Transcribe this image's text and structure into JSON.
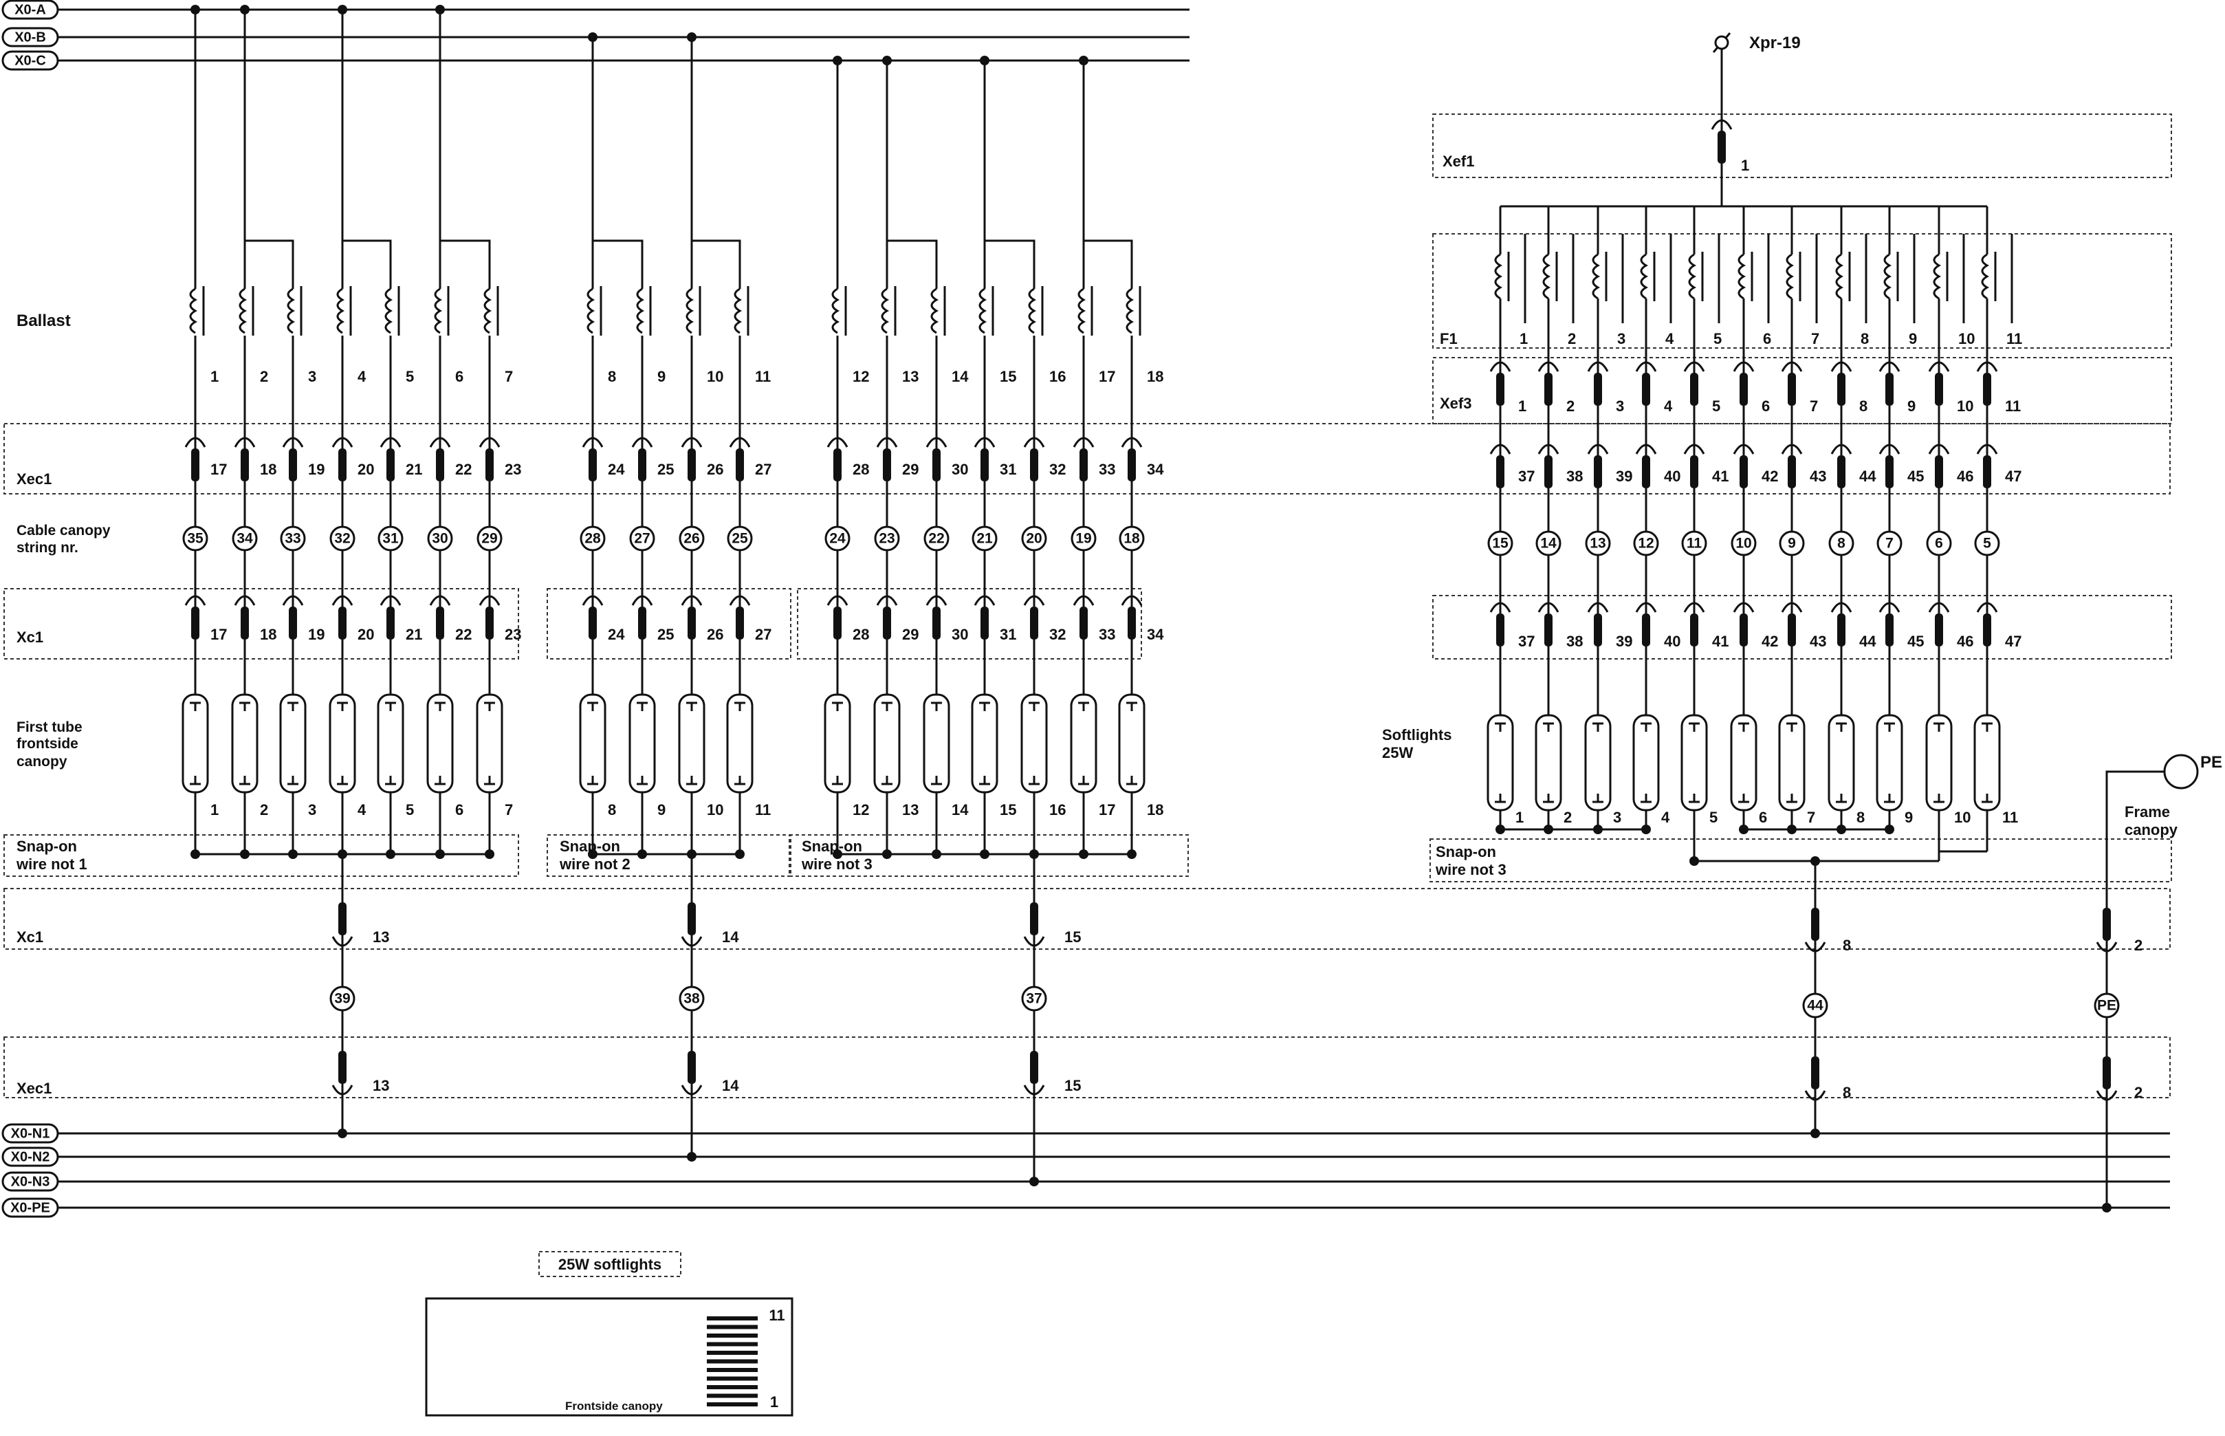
{
  "buses_top": [
    "X0-A",
    "X0-B",
    "X0-C"
  ],
  "buses_bottom": [
    "X0-N1",
    "X0-N2",
    "X0-N3",
    "X0-PE"
  ],
  "xpr_label": "Xpr-19",
  "labels": {
    "ballast": "Ballast",
    "xec1": "Xec1",
    "cable_canopy_1": "Cable canopy",
    "cable_canopy_2": "string nr.",
    "xc1": "Xc1",
    "first_tube_1": "First tube",
    "first_tube_2": "frontside",
    "first_tube_3": "canopy",
    "xef1": "Xef1",
    "f1": "F1",
    "xef3": "Xef3",
    "softlights_1": "Softlights",
    "softlights_2": "25W",
    "pe": "PE",
    "frame_1": "Frame",
    "frame_2": "canopy"
  },
  "left_cols": [
    {
      "n": "1",
      "t": "17",
      "s": "35",
      "phase": "A",
      "group": 1
    },
    {
      "n": "2",
      "t": "18",
      "s": "34",
      "phase": "A",
      "group": 1
    },
    {
      "n": "3",
      "t": "19",
      "s": "33",
      "phase": "A",
      "group": 1
    },
    {
      "n": "4",
      "t": "20",
      "s": "32",
      "phase": "A",
      "group": 1
    },
    {
      "n": "5",
      "t": "21",
      "s": "31",
      "phase": "A",
      "group": 1
    },
    {
      "n": "6",
      "t": "22",
      "s": "30",
      "phase": "A",
      "group": 1
    },
    {
      "n": "7",
      "t": "23",
      "s": "29",
      "phase": "A",
      "group": 1
    },
    {
      "n": "8",
      "t": "24",
      "s": "28",
      "phase": "B",
      "group": 2
    },
    {
      "n": "9",
      "t": "25",
      "s": "27",
      "phase": "B",
      "group": 2
    },
    {
      "n": "10",
      "t": "26",
      "s": "26",
      "phase": "B",
      "group": 2
    },
    {
      "n": "11",
      "t": "27",
      "s": "25",
      "phase": "B",
      "group": 2
    },
    {
      "n": "12",
      "t": "28",
      "s": "24",
      "phase": "C",
      "group": 3
    },
    {
      "n": "13",
      "t": "29",
      "s": "23",
      "phase": "C",
      "group": 3
    },
    {
      "n": "14",
      "t": "30",
      "s": "22",
      "phase": "C",
      "group": 3
    },
    {
      "n": "15",
      "t": "31",
      "s": "21",
      "phase": "C",
      "group": 3
    },
    {
      "n": "16",
      "t": "32",
      "s": "20",
      "phase": "C",
      "group": 3
    },
    {
      "n": "17",
      "t": "33",
      "s": "19",
      "phase": "C",
      "group": 3
    },
    {
      "n": "18",
      "t": "34",
      "s": "18",
      "phase": "C",
      "group": 3
    }
  ],
  "snap_groups": [
    {
      "label_1": "Snap-on",
      "label_2": "wire not 1",
      "neutral_terminal": "13",
      "string_nr": "39",
      "bus": "X0-N1"
    },
    {
      "label_1": "Snap-on",
      "label_2": "wire not 2",
      "neutral_terminal": "14",
      "string_nr": "38",
      "bus": "X0-N2"
    },
    {
      "label_1": "Snap-on",
      "label_2": "wire not 3",
      "neutral_terminal": "15",
      "string_nr": "37",
      "bus": "X0-N3"
    }
  ],
  "right_cols": [
    {
      "n": "1",
      "t": "37",
      "s": "15"
    },
    {
      "n": "2",
      "t": "38",
      "s": "14"
    },
    {
      "n": "3",
      "t": "39",
      "s": "13"
    },
    {
      "n": "4",
      "t": "40",
      "s": "12"
    },
    {
      "n": "5",
      "t": "41",
      "s": "11"
    },
    {
      "n": "6",
      "t": "42",
      "s": "10"
    },
    {
      "n": "7",
      "t": "43",
      "s": "9"
    },
    {
      "n": "8",
      "t": "44",
      "s": "8"
    },
    {
      "n": "9",
      "t": "45",
      "s": "7"
    },
    {
      "n": "10",
      "t": "46",
      "s": "6"
    },
    {
      "n": "11",
      "t": "47",
      "s": "5"
    }
  ],
  "xef1_terminal": "1",
  "right_snap": {
    "label_1": "Snap-on",
    "label_2": "wire not 3",
    "neutral_terminal": "8",
    "string_nr": "44"
  },
  "pe_branch": {
    "terminal": "2",
    "string_nr": "PE"
  },
  "legend": {
    "title": "25W softlights",
    "caption": "Frontside canopy",
    "top": "11",
    "bottom": "1",
    "lines": 11
  }
}
